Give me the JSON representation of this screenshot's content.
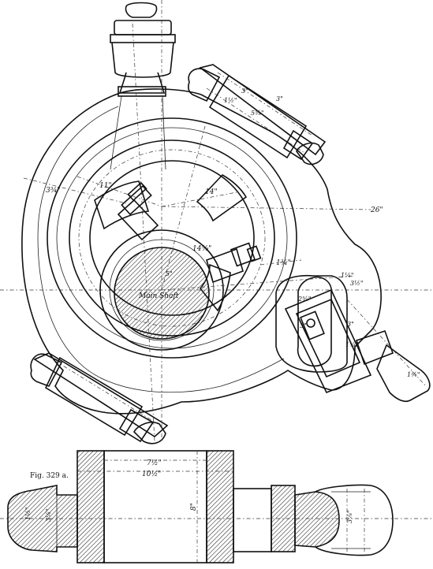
{
  "figure": {
    "caption": "Fig. 329 a."
  },
  "dimensions": {
    "d26": "26\"",
    "d11": "11\"",
    "d3q": "3¾\"",
    "d14": "14\"",
    "d14_5": "14⅝\"",
    "d1_75": "1¾\"",
    "d5": "5\"",
    "d3_a": "3\"",
    "d3_b": "3\"",
    "d1_5": "1½\"",
    "d5_8": "5⅝\"",
    "d3_5": "3½\"",
    "d2_5": "2⅝\"",
    "d3_c": "3\"",
    "d3_d": "3\"",
    "d1_25": "1¼\"",
    "d1_75b": "1¾\"",
    "d1_4": "1¼\"",
    "d7_5": "7½\"",
    "d10_5": "10½\"",
    "d8": "8\"",
    "d1_5b": "1½\"",
    "d3_4": "3¼\"",
    "d3_8": "3⅞\""
  },
  "labels": {
    "main_shaft": "Main Shaft"
  },
  "colors": {
    "ink": "#111111",
    "paper": "#ffffff"
  }
}
